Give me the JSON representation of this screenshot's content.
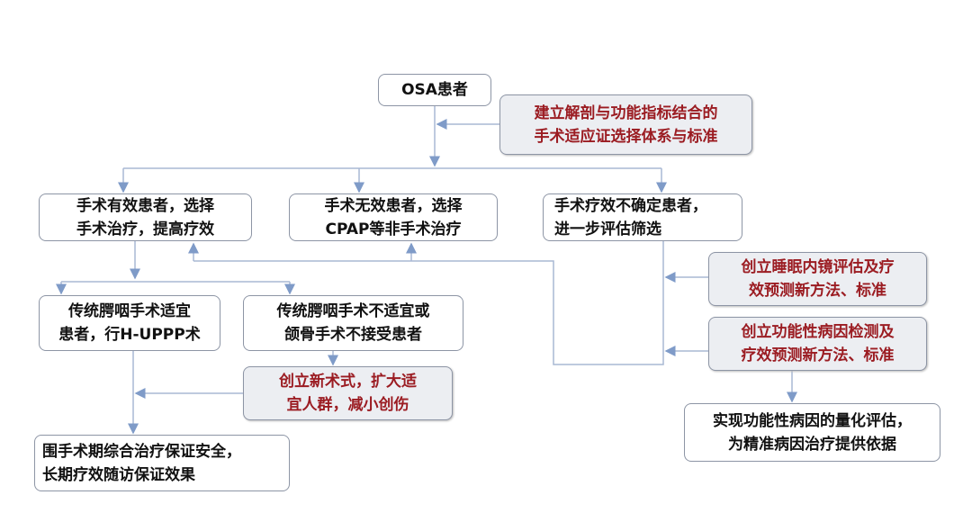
{
  "nodes": {
    "osa": {
      "lines": [
        "OSA患者"
      ]
    },
    "indication": {
      "lines": [
        "建立解剖与功能指标结合的",
        "手术适应证选择体系与标准"
      ]
    },
    "effective": {
      "lines": [
        "手术有效患者，选择",
        "手术治疗，提高疗效"
      ]
    },
    "ineffective": {
      "lines": [
        "手术无效患者，选择",
        "CPAP等非手术治疗"
      ]
    },
    "uncertain": {
      "lines": [
        "手术疗效不确定患者，",
        "进一步评估筛选"
      ]
    },
    "endoscopy": {
      "lines": [
        "创立睡眠内镜评估及疗",
        "效预测新方法、标准"
      ]
    },
    "functional": {
      "lines": [
        "创立功能性病因检测及",
        "疗效预测新方法、标准"
      ]
    },
    "uppp_suitable": {
      "lines": [
        "传统腭咽手术适宜",
        "患者，行H-UPPP术"
      ]
    },
    "uppp_unsuitable": {
      "lines": [
        "传统腭咽手术不适宜或",
        "颌骨手术不接受患者"
      ]
    },
    "new_surgery": {
      "lines": [
        "创立新术式，扩大适",
        "宜人群，减小创伤"
      ]
    },
    "perioperative": {
      "lines": [
        "围手术期综合治疗保证安全，",
        "长期疗效随访保证效果"
      ]
    },
    "quantify": {
      "lines": [
        "实现功能性病因的量化评估，",
        "为精准病因治疗提供依据"
      ]
    }
  },
  "colors": {
    "line": "#7f9bc8",
    "border": "#8d95a5",
    "highlight_text": "#9b1c22",
    "highlight_bg": "#eceef2"
  }
}
